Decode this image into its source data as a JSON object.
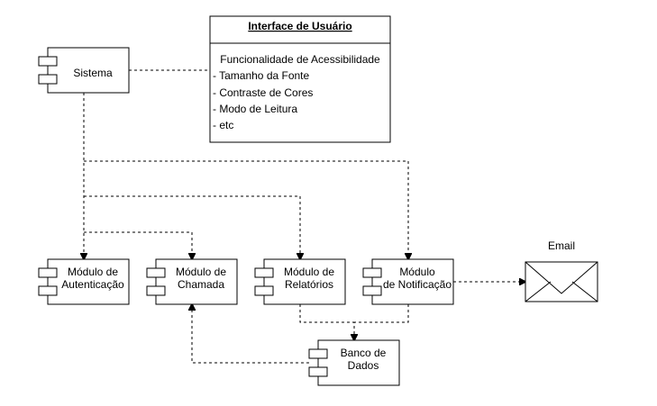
{
  "components": {
    "sistema": [
      "Sistema"
    ],
    "autenticacao": [
      "Módulo de",
      "Autenticação"
    ],
    "chamada": [
      "Módulo de",
      "Chamada"
    ],
    "relatorios": [
      "Módulo de",
      "Relatórios"
    ],
    "notificacao": [
      "Módulo",
      "de Notificação"
    ],
    "banco": [
      "Banco de",
      "Dados"
    ]
  },
  "interface_box": {
    "title": "Interface de Usuário",
    "heading": "Funcionalidade de Acessibilidade",
    "items": [
      "- Tamanho da Fonte",
      "- Contraste de Cores",
      "- Modo de Leitura",
      "- etc"
    ]
  },
  "email_label": "Email"
}
